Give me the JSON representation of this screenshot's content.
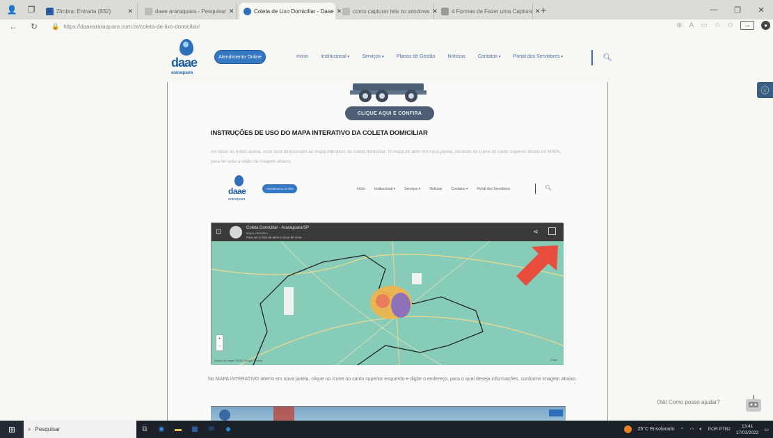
{
  "browser": {
    "tabs": [
      {
        "label": "Zimbra: Entrada (832)",
        "active": false
      },
      {
        "label": "daae araraquara - Pesquisar",
        "active": false
      },
      {
        "label": "Coleta de Lixo Domiciliar - Daae",
        "active": true
      },
      {
        "label": "como capturar tela no windows",
        "active": false
      },
      {
        "label": "4 Formas de Fazer uma Captura",
        "active": false
      }
    ],
    "new_tab": "+",
    "url": "https://daaeararaquara.com.br/coleta-de-lixo-domiciliar/"
  },
  "site": {
    "logo_word": "daae",
    "logo_sub": "araraquara",
    "atendimento_btn": "Atendimento Online",
    "nav": [
      {
        "label": "Início",
        "dropdown": false
      },
      {
        "label": "Institucional",
        "dropdown": true
      },
      {
        "label": "Serviços",
        "dropdown": true
      },
      {
        "label": "Planos de Gestão",
        "dropdown": false
      },
      {
        "label": "Notícias",
        "dropdown": false
      },
      {
        "label": "Contatos",
        "dropdown": true
      },
      {
        "label": "Portal dos Servidores",
        "dropdown": true
      }
    ]
  },
  "content": {
    "cta_label": "CLIQUE AQUI E CONFIRA",
    "section_title": "INSTRUÇÕES DE USO DO MAPA INTERATIVO DA COLETA DOMICILIAR",
    "para1": "Ao clicar no botão acima, você será direcionado ao mapa interativo da coleta domiciliar. O mapa irá abrir em nova janela, clicando no ícone do canto superior direito do MAPA, para ter toda a visão da imagem abaixo.",
    "para2": "No MAPA INTERATIVO aberto em nova janela, clique no ícone no canto superior esquerdo e digite o endereço, para o qual deseja informações, conforme imagem abaixo."
  },
  "inner_site": {
    "logo_word": "daae",
    "logo_sub": "araraquara",
    "btn": "Atendimento Online",
    "nav": [
      "Início",
      "Institucional ▾",
      "Serviços ▾",
      "Notícias",
      "Contatos ▾",
      "Portal dos Servidores"
    ]
  },
  "map": {
    "title": "Coleta Domiciliar - Araraquara/SP",
    "subtitle": "Mapa interativo",
    "link": "Para ver a lista de itens e clicar de cima",
    "credit": "Dados do mapa ©2022 Google   Termos",
    "scale": "2 km"
  },
  "floating": {
    "help": "Olá! Como posso ajudar?"
  },
  "taskbar": {
    "search_placeholder": "Pesquisar",
    "weather": "25°C  Ensolarado",
    "lang": "POR\nPTB2",
    "time": "13:41",
    "date": "17/03/2022"
  },
  "colors": {
    "brand_blue": "#3478c4",
    "cta": "#4b5e73",
    "map_green": "#7fc8b4",
    "arrow_red": "#e74c3c"
  }
}
